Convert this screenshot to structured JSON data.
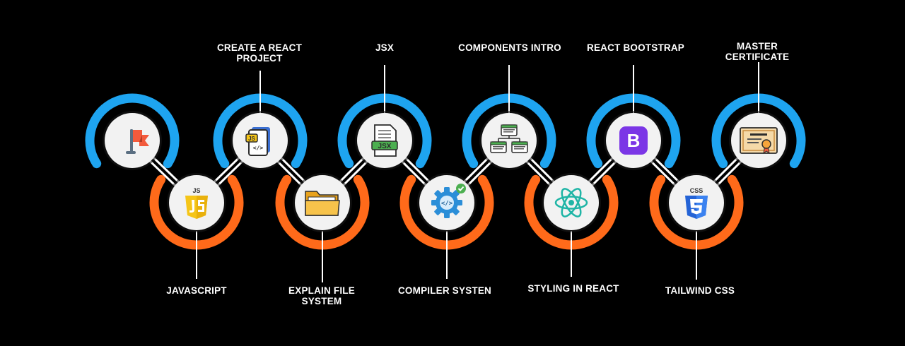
{
  "colors": {
    "background": "#000000",
    "top_ring": "#1ea4f0",
    "bottom_ring": "#ff6a1a",
    "node_fill": "#f2f2f2",
    "connector": "#ffffff",
    "label": "#ffffff"
  },
  "steps": [
    {
      "label": "",
      "icon": "flag-icon",
      "position": "top"
    },
    {
      "label": "JAVASCRIPT",
      "icon": "javascript-icon",
      "position": "bottom"
    },
    {
      "label": "CREATE A REACT PROJECT",
      "icon": "js-file-icon",
      "position": "top"
    },
    {
      "label": "EXPLAIN FILE SYSTEM",
      "icon": "folder-icon",
      "position": "bottom"
    },
    {
      "label": "JSX",
      "icon": "jsx-file-icon",
      "position": "top"
    },
    {
      "label": "COMPILER SYSTEN",
      "icon": "gear-code-icon",
      "position": "bottom"
    },
    {
      "label": "COMPONENTS INTRO",
      "icon": "components-icon",
      "position": "top"
    },
    {
      "label": "STYLING IN REACT",
      "icon": "react-atom-icon",
      "position": "bottom"
    },
    {
      "label": "REACT BOOTSTRAP",
      "icon": "bootstrap-icon",
      "position": "top"
    },
    {
      "label": "TAILWIND CSS",
      "icon": "css3-icon",
      "position": "bottom"
    },
    {
      "label": "MASTER CERTIFICATE",
      "icon": "certificate-icon",
      "position": "top"
    }
  ],
  "icon_text": {
    "js": "JS",
    "css": "CSS",
    "jsx": "JSX",
    "bootstrap": "B",
    "code": "</>"
  }
}
